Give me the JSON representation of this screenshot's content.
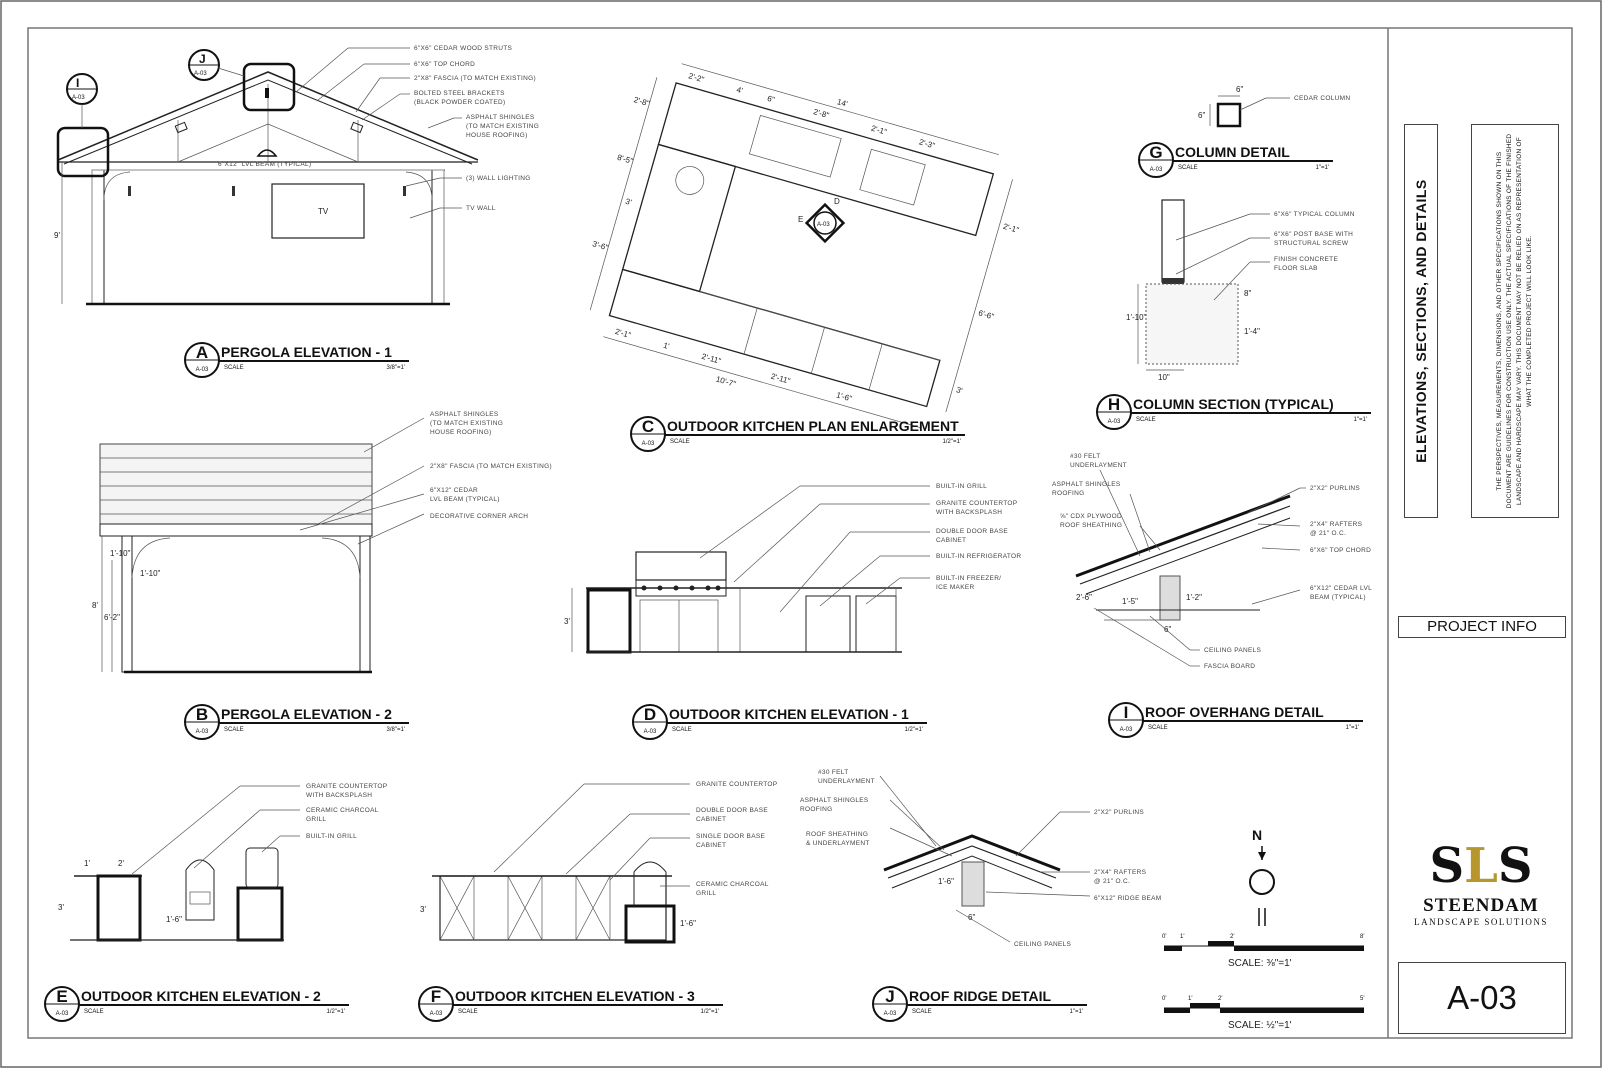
{
  "sheet": {
    "title": "ELEVATIONS, SECTIONS, AND DETAILS",
    "disclaimer": "THE PERSPECTIVES, MEASUREMENTS, DIMENSIONS, AND OTHER SPECIFICATIONS SHOWN ON THIS DOCUMENT ARE GUIDELINES FOR CONSTRUCTION USE ONLY. THE ACTUAL SPECIFICATIONS OF THE FINISHED LANDSCAPE AND HARDSCAPE MAY VARY. THIS DOCUMENT MAY NOT BE RELIED ON AS REPRESENTATION OF WHAT THE COMPLETED PROJECT WILL LOOK LIKE.",
    "project_info": "PROJECT INFO",
    "number": "A-03",
    "sheet_ref": "A-03",
    "scale_word": "SCALE"
  },
  "logo": {
    "mark_s1": "S",
    "mark_l": "L",
    "mark_s2": "S",
    "name": "STEENDAM",
    "sub": "LANDSCAPE SOLUTIONS"
  },
  "north": {
    "label": "N"
  },
  "scalebars": [
    {
      "label": "SCALE: ⅜\"=1'",
      "ticks": [
        "0'",
        "1'",
        "2'",
        "8'"
      ]
    },
    {
      "label": "SCALE: ½\"=1'",
      "ticks": [
        "0'",
        "1'",
        "2'",
        "5'"
      ]
    }
  ],
  "views": [
    {
      "letter": "A",
      "title": "PERGOLA ELEVATION - 1",
      "scale": "3/8\"=1'"
    },
    {
      "letter": "B",
      "title": "PERGOLA ELEVATION - 2",
      "scale": "3/8\"=1'"
    },
    {
      "letter": "C",
      "title": "OUTDOOR KITCHEN PLAN ENLARGEMENT",
      "scale": "1/2\"=1'"
    },
    {
      "letter": "D",
      "title": "OUTDOOR KITCHEN ELEVATION - 1",
      "scale": "1/2\"=1'"
    },
    {
      "letter": "E",
      "title": "OUTDOOR KITCHEN ELEVATION - 2",
      "scale": "1/2\"=1'"
    },
    {
      "letter": "F",
      "title": "OUTDOOR KITCHEN ELEVATION - 3",
      "scale": "1/2\"=1'"
    },
    {
      "letter": "G",
      "title": "COLUMN DETAIL",
      "scale": "1\"=1'"
    },
    {
      "letter": "H",
      "title": "COLUMN SECTION (TYPICAL)",
      "scale": "1\"=1'"
    },
    {
      "letter": "I",
      "title": "ROOF OVERHANG DETAIL",
      "scale": "1\"=1'"
    },
    {
      "letter": "J",
      "title": "ROOF RIDGE DETAIL",
      "scale": "1\"=1'"
    }
  ],
  "callouts": {
    "pergola_1": [
      "6\"X6\" CEDAR WOOD STRUTS",
      "6\"X6\" TOP CHORD",
      "2\"X8\" FASCIA (TO MATCH EXISTING)",
      "BOLTED STEEL BRACKETS",
      "(BLACK POWDER COATED)",
      "ASPHALT SHINGLES",
      "(TO MATCH EXISTING",
      "HOUSE ROOFING)",
      "(3) WALL LIGHTING",
      "TV WALL",
      "6\"X12\" LVL BEAM (TYPICAL)",
      "TV"
    ],
    "pergola_2": [
      "ASPHALT SHINGLES",
      "(TO MATCH EXISTING",
      "HOUSE ROOFING)",
      "2\"X8\" FASCIA (TO MATCH EXISTING)",
      "6\"X12\" CEDAR",
      "LVL BEAM (TYPICAL)",
      "DECORATIVE CORNER ARCH"
    ],
    "kitchen_d": [
      "BUILT-IN GRILL",
      "GRANITE COUNTERTOP",
      "WITH BACKSPLASH",
      "DOUBLE DOOR BASE",
      "CABINET",
      "BUILT-IN REFRIGERATOR",
      "BUILT-IN FREEZER/",
      "ICE MAKER"
    ],
    "kitchen_e": [
      "GRANITE COUNTERTOP",
      "WITH BACKSPLASH",
      "CERAMIC CHARCOAL",
      "GRILL",
      "BUILT-IN GRILL"
    ],
    "kitchen_f": [
      "GRANITE COUNTERTOP",
      "DOUBLE DOOR BASE",
      "CABINET",
      "SINGLE DOOR BASE",
      "CABINET",
      "CERAMIC CHARCOAL",
      "GRILL"
    ],
    "column_g": [
      "CEDAR COLUMN"
    ],
    "column_h": [
      "6\"X6\" TYPICAL COLUMN",
      "6\"X6\" POST BASE WITH",
      "STRUCTURAL SCREW",
      "FINISH CONCRETE",
      "FLOOR SLAB"
    ],
    "overhang_i": [
      "#30 FELT",
      "UNDERLAYMENT",
      "ASPHALT SHINGLES",
      "ROOFING",
      "⅝\" CDX PLYWOOD",
      "ROOF SHEATHING",
      "2\"X2\" PURLINS",
      "2\"X4\" RAFTERS",
      "@ 21\" O.C.",
      "6\"X6\" TOP CHORD",
      "6\"X12\" CEDAR LVL",
      "BEAM (TYPICAL)",
      "CEILING PANELS",
      "FASCIA BOARD"
    ],
    "ridge_j": [
      "#30 FELT",
      "UNDERLAYMENT",
      "ASPHALT SHINGLES",
      "ROOFING",
      "ROOF SHEATHING",
      "& UNDERLAYMENT",
      "2\"X2\" PURLINS",
      "2\"X4\" RAFTERS",
      "@ 21\" O.C.",
      "6\"X12\" RIDGE BEAM",
      "CEILING PANELS"
    ]
  },
  "dims": {
    "plan": [
      "14'",
      "2'-2\"",
      "4'",
      "6\"",
      "2'-8\"",
      "2'-1\"",
      "2'-3\"",
      "2'-8\"",
      "8'-5\"",
      "3'",
      "3'-6\"",
      "2'-1\"",
      "6'-6\"",
      "3'",
      "2'-1\"",
      "1'",
      "2'-11\"",
      "2'-11\"",
      "1'-6\"",
      "10'-7\""
    ],
    "pergola_1": [
      "9'"
    ],
    "pergola_2": [
      "1'-10\"",
      "1'-10\"",
      "8'",
      "6'-2\""
    ],
    "column_g": [
      "6\"",
      "6\""
    ],
    "column_h": [
      "1'-10\"",
      "10\"",
      "8\"",
      "1'-4\""
    ],
    "overhang": [
      "2'-6\"",
      "1'-5\"",
      "1'-2\"",
      "6\""
    ],
    "ridge": [
      "1'-6\"",
      "6\""
    ],
    "kitchen_d": [
      "3'"
    ],
    "kitchen_e": [
      "3'",
      "1'",
      "2'",
      "1'-6\""
    ],
    "kitchen_f": [
      "3'",
      "1'-6\""
    ],
    "plan_tag": "E"
  }
}
